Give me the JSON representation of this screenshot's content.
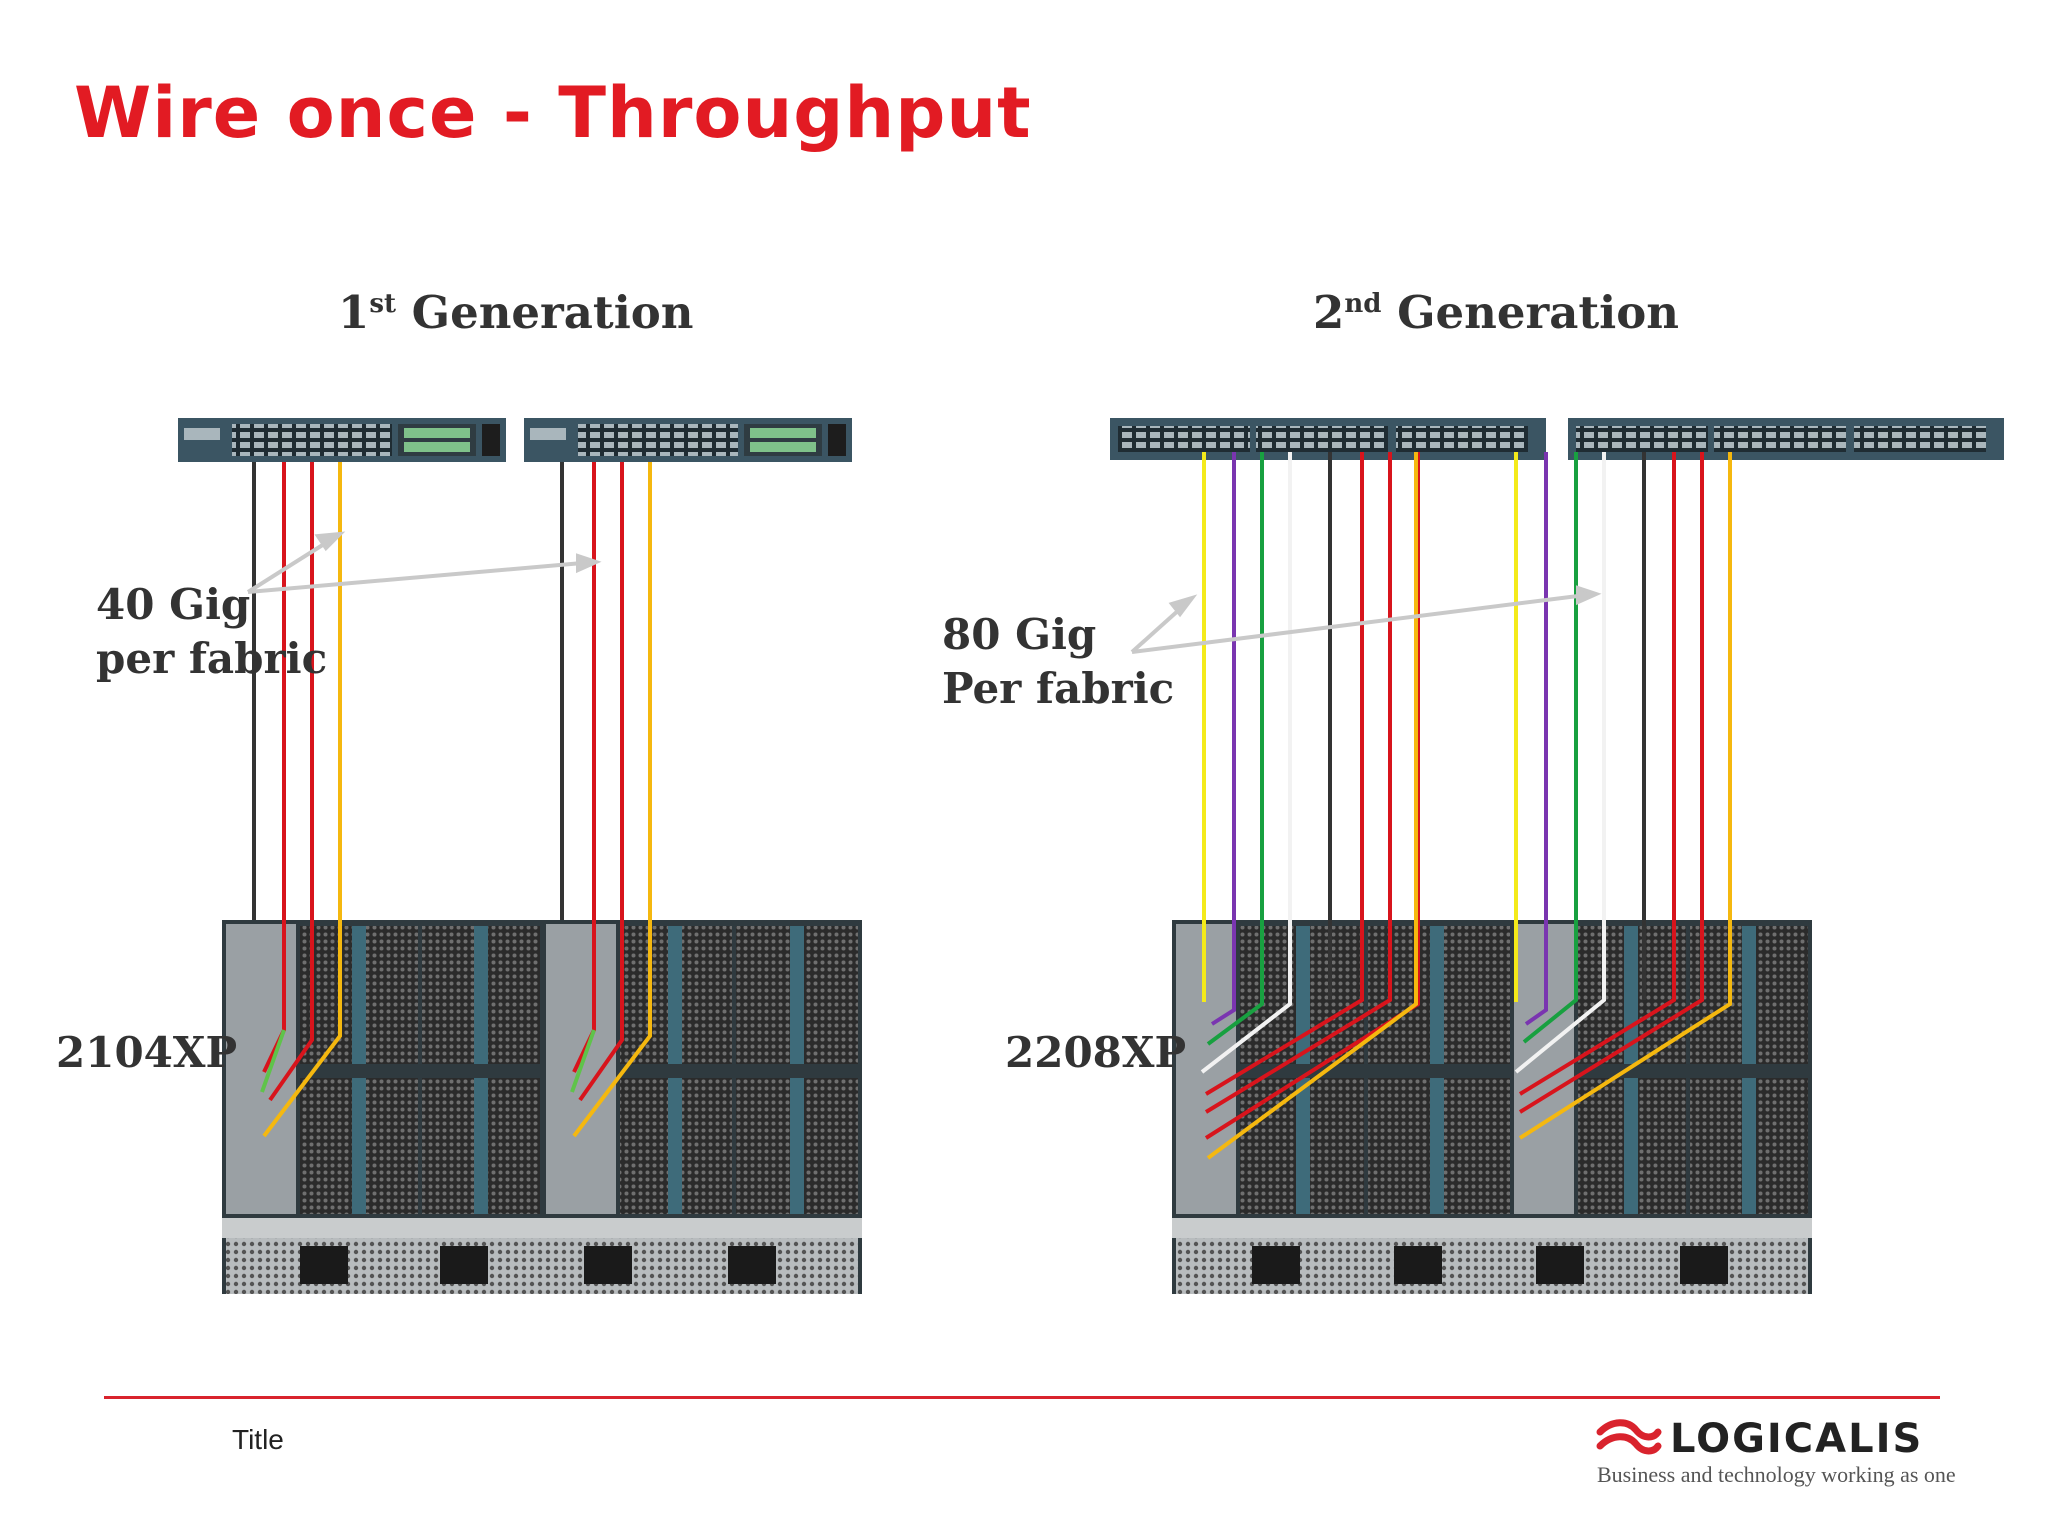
{
  "slide": {
    "title": "Wire once - Throughput",
    "footer_title": "Title"
  },
  "generations": [
    {
      "ordinal": "1",
      "suffix": "st",
      "label": "Generation",
      "bandwidth_line1": "40 Gig",
      "bandwidth_line2": "per fabric",
      "fex_model": "2104XP"
    },
    {
      "ordinal": "2",
      "suffix": "nd",
      "label": "Generation",
      "bandwidth_line1": "80 Gig",
      "bandwidth_line2": "Per fabric",
      "fex_model": "2208XP"
    }
  ],
  "logo": {
    "name": "LOGICALIS",
    "tagline": "Business and technology working as one"
  },
  "colors": {
    "title_red": "#e21b23",
    "rule_red": "#d9232d",
    "cable_black": "#333333",
    "cable_red": "#d8141c",
    "cable_yellow": "#f5b80f",
    "cable_bright_yellow": "#f4ea1a",
    "cable_purple": "#7a35b0",
    "cable_green": "#18a040",
    "cable_white": "#f2f2f2",
    "switch_body": "#3b5563",
    "chassis_grey": "#9aa0a4"
  }
}
